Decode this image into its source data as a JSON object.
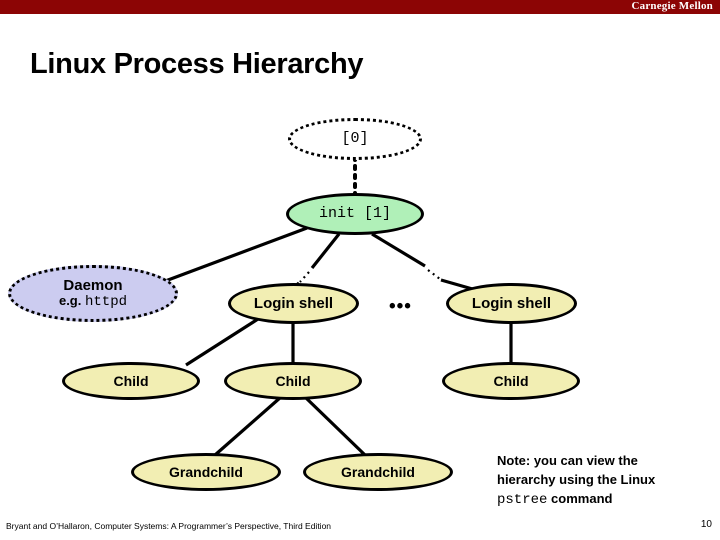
{
  "brand": {
    "name": "Carnegie Mellon",
    "band_color": "#8c0505"
  },
  "title": "Linux Process Hierarchy",
  "diagram": {
    "nodes": {
      "kernel": {
        "label": "[0]",
        "fill": "#ffffff",
        "border": "dotted"
      },
      "init": {
        "label": "init [1]",
        "fill": "#b0f0b8",
        "border": "solid"
      },
      "daemon": {
        "line1": "Daemon",
        "line2_prefix": "e.g.",
        "line2_mono": "httpd",
        "fill": "#ccccf0",
        "border": "dotted"
      },
      "shell_left": {
        "label": "Login shell",
        "fill": "#f2eeb3",
        "border": "solid"
      },
      "shell_right": {
        "label": "Login shell",
        "fill": "#f2eeb3",
        "border": "solid"
      },
      "child_1": {
        "label": "Child",
        "fill": "#f2eeb3",
        "border": "solid"
      },
      "child_2": {
        "label": "Child",
        "fill": "#f2eeb3",
        "border": "solid"
      },
      "child_3": {
        "label": "Child",
        "fill": "#f2eeb3",
        "border": "solid"
      },
      "grandchild_1": {
        "label": "Grandchild",
        "fill": "#f2eeb3",
        "border": "solid"
      },
      "grandchild_2": {
        "label": "Grandchild",
        "fill": "#f2eeb3",
        "border": "solid"
      }
    },
    "ellipsis": "•••",
    "edges": [
      {
        "from": "kernel",
        "to": "init",
        "style": "dotted"
      },
      {
        "from": "init",
        "to": "daemon",
        "style": "solid"
      },
      {
        "from": "init",
        "to": "shell_left",
        "style": "broken"
      },
      {
        "from": "init",
        "to": "shell_right",
        "style": "broken"
      },
      {
        "from": "shell_left",
        "to": "child_1",
        "style": "solid"
      },
      {
        "from": "shell_left",
        "to": "child_2",
        "style": "solid"
      },
      {
        "from": "shell_right",
        "to": "child_3",
        "style": "solid"
      },
      {
        "from": "child_2",
        "to": "grandchild_1",
        "style": "solid"
      },
      {
        "from": "child_2",
        "to": "grandchild_2",
        "style": "solid"
      }
    ]
  },
  "note": {
    "line1": "Note: you can view the",
    "line2": "hierarchy using the Linux",
    "command": "pstree",
    "line3_suffix": "command"
  },
  "footer": {
    "citation": "Bryant and O’Hallaron, Computer Systems: A Programmer’s Perspective, Third Edition",
    "page": "10"
  }
}
